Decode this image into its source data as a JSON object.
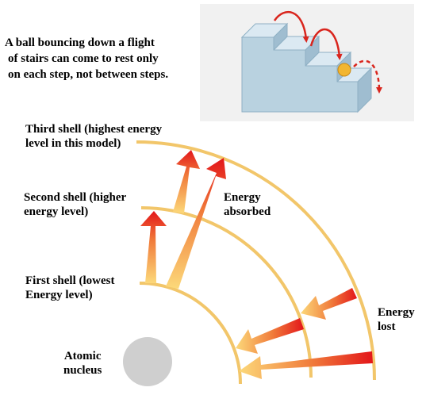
{
  "stairs_caption": [
    "A ball bouncing down a flight",
    "of stairs can come to rest only",
    "on each step, not between steps."
  ],
  "labels": {
    "third_shell": [
      "Third shell (highest energy",
      "level in this model)"
    ],
    "second_shell": [
      "Second shell (higher",
      "energy level)"
    ],
    "first_shell": [
      "First shell (lowest",
      "Energy level)"
    ],
    "energy_absorbed": [
      "Energy",
      "absorbed"
    ],
    "energy_lost": [
      "Energy",
      "lost"
    ],
    "nucleus": [
      "Atomic",
      "nucleus"
    ]
  },
  "colors": {
    "shell": "#f2c66a",
    "arrow_dark": "#e3161a",
    "arrow_light": "#fcd97a",
    "nucleus": "#cfcfcf",
    "stairs_bg": "#f1f1f1",
    "stairs_block": "#b9d2e0",
    "bounce_arrow": "#d9251d",
    "ball": "#f2b630"
  }
}
